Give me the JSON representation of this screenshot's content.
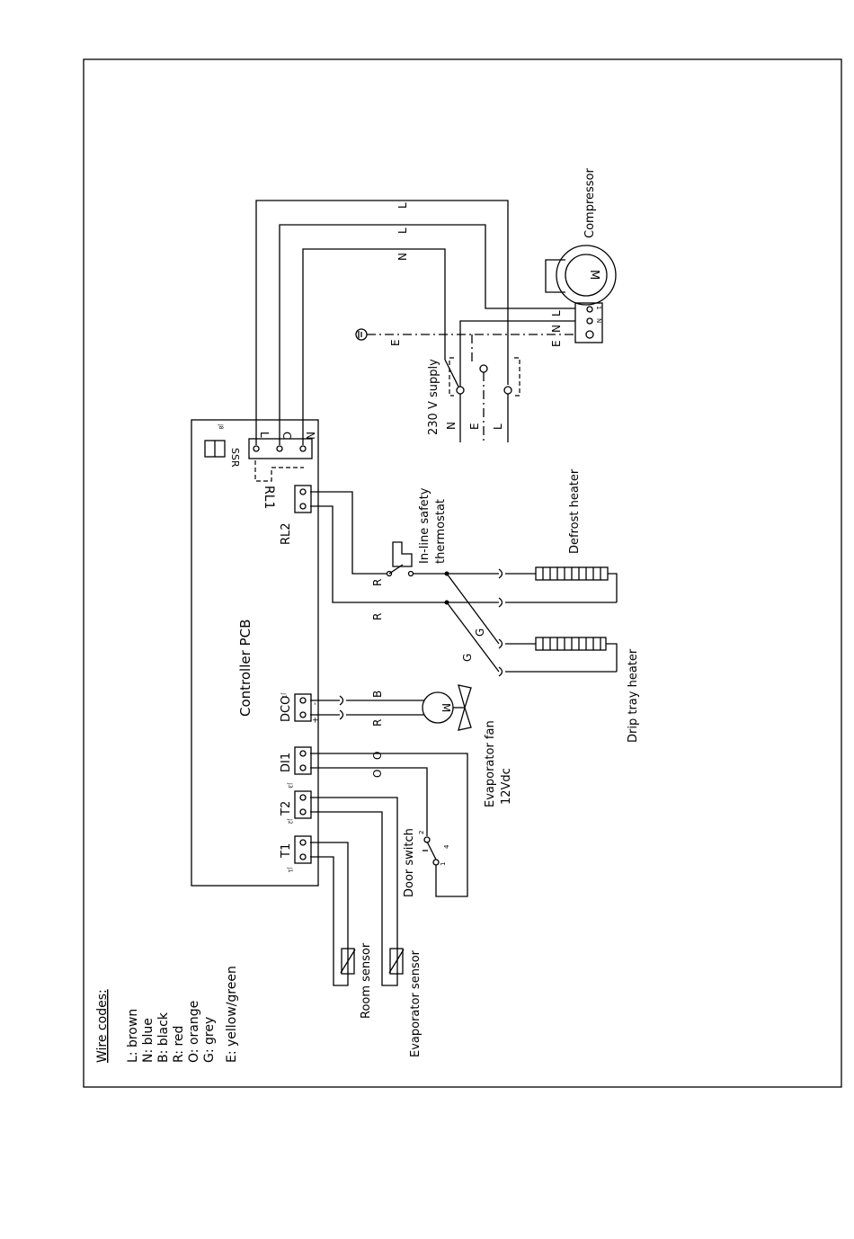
{
  "legend": {
    "title": "Wire codes:",
    "items": [
      "L: brown",
      "N: blue",
      "B: black",
      "R: red",
      "O: orange",
      "G: grey",
      "E: yellow/green"
    ]
  },
  "pcb": {
    "title": "Controller PCB",
    "terminals": {
      "t1": "T1",
      "t2": "T2",
      "di1": "DI1",
      "dco": "DCO",
      "rl2": "RL2",
      "rl1": "RL1",
      "ssr": "SSR"
    },
    "pin_marks": {
      "j1": "J1",
      "j2": "J2",
      "j3": "J3",
      "j7": "J7",
      "j8": "J8"
    },
    "rl1_pins": {
      "n": "N",
      "c": "C",
      "l": "L"
    }
  },
  "components": {
    "compressor": "Compressor",
    "supply": "230 V supply",
    "thermostat_line1": "In-line safety",
    "thermostat_line2": "thermostat",
    "defrost_heater": "Defrost heater",
    "drip_tray_heater": "Drip tray heater",
    "evap_fan_line1": "Evaporator fan",
    "evap_fan_line2": "12Vdc",
    "door_switch": "Door switch",
    "room_sensor": "Room sensor",
    "evap_sensor": "Evaporator sensor",
    "motor": "M"
  },
  "wire_labels": {
    "L": "L",
    "N": "N",
    "E": "E",
    "R": "R",
    "G": "G",
    "B": "B",
    "O": "O",
    "plus": "+",
    "minus": "-",
    "one": "1",
    "two": "2",
    "four": "4"
  }
}
